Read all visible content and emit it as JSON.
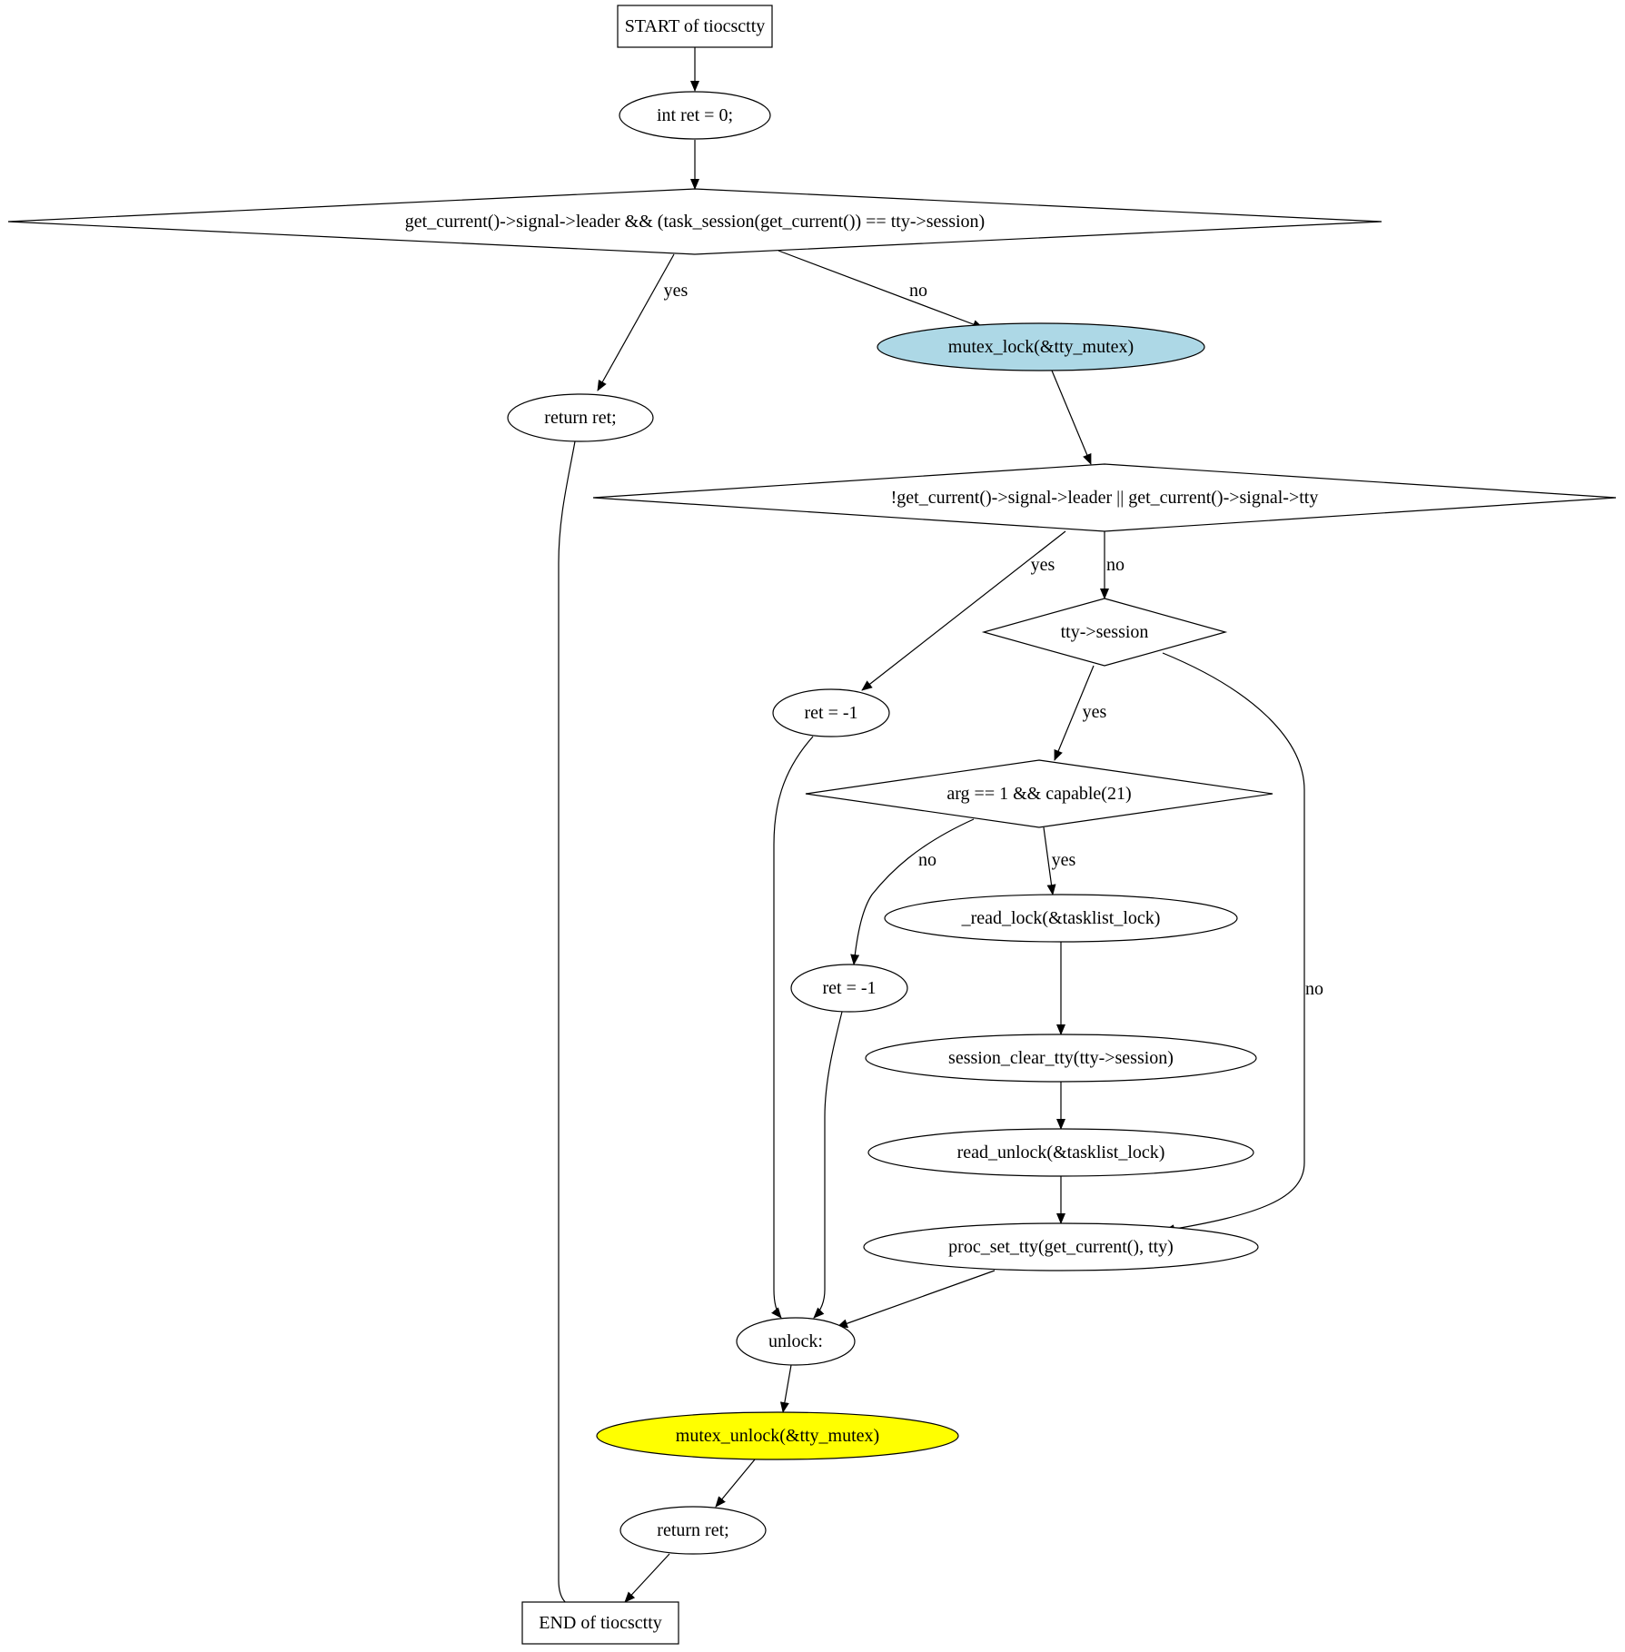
{
  "diagram": {
    "nodes": [
      {
        "id": "start",
        "shape": "box",
        "label": "START of tiocsctty",
        "fill": "#ffffff"
      },
      {
        "id": "init_ret",
        "shape": "ellipse",
        "label": "int ret = 0;",
        "fill": "#ffffff"
      },
      {
        "id": "cond1",
        "shape": "diamond",
        "label": "get_current()->signal->leader && (task_session(get_current()) == tty->session)",
        "fill": "#ffffff"
      },
      {
        "id": "return1",
        "shape": "ellipse",
        "label": "return ret;",
        "fill": "#ffffff"
      },
      {
        "id": "mutex_lock",
        "shape": "ellipse",
        "label": "mutex_lock(&tty_mutex)",
        "fill": "#add8e6"
      },
      {
        "id": "cond2",
        "shape": "diamond",
        "label": "!get_current()->signal->leader || get_current()->signal->tty",
        "fill": "#ffffff"
      },
      {
        "id": "tty_session",
        "shape": "diamond",
        "label": "tty->session",
        "fill": "#ffffff"
      },
      {
        "id": "ret_neg1_a",
        "shape": "ellipse",
        "label": "ret = -1",
        "fill": "#ffffff"
      },
      {
        "id": "cond3",
        "shape": "diamond",
        "label": "arg == 1 && capable(21)",
        "fill": "#ffffff"
      },
      {
        "id": "read_lock",
        "shape": "ellipse",
        "label": "_read_lock(&tasklist_lock)",
        "fill": "#ffffff"
      },
      {
        "id": "ret_neg1_b",
        "shape": "ellipse",
        "label": "ret = -1",
        "fill": "#ffffff"
      },
      {
        "id": "session_clear",
        "shape": "ellipse",
        "label": "session_clear_tty(tty->session)",
        "fill": "#ffffff"
      },
      {
        "id": "read_unlock",
        "shape": "ellipse",
        "label": "read_unlock(&tasklist_lock)",
        "fill": "#ffffff"
      },
      {
        "id": "proc_set",
        "shape": "ellipse",
        "label": "proc_set_tty(get_current(), tty)",
        "fill": "#ffffff"
      },
      {
        "id": "unlock_lbl",
        "shape": "ellipse",
        "label": "unlock:",
        "fill": "#ffffff"
      },
      {
        "id": "mutex_unlock",
        "shape": "ellipse",
        "label": "mutex_unlock(&tty_mutex)",
        "fill": "#ffff00"
      },
      {
        "id": "return2",
        "shape": "ellipse",
        "label": "return ret;",
        "fill": "#ffffff"
      },
      {
        "id": "end",
        "shape": "box",
        "label": "END of tiocsctty",
        "fill": "#ffffff"
      }
    ],
    "edges": [
      {
        "from": "start",
        "to": "init_ret",
        "label": ""
      },
      {
        "from": "init_ret",
        "to": "cond1",
        "label": ""
      },
      {
        "from": "cond1",
        "to": "return1",
        "label": "yes"
      },
      {
        "from": "cond1",
        "to": "mutex_lock",
        "label": "no"
      },
      {
        "from": "return1",
        "to": "end",
        "label": ""
      },
      {
        "from": "mutex_lock",
        "to": "cond2",
        "label": ""
      },
      {
        "from": "cond2",
        "to": "ret_neg1_a",
        "label": "yes"
      },
      {
        "from": "cond2",
        "to": "tty_session",
        "label": "no"
      },
      {
        "from": "tty_session",
        "to": "cond3",
        "label": "yes"
      },
      {
        "from": "tty_session",
        "to": "proc_set",
        "label": "no"
      },
      {
        "from": "ret_neg1_a",
        "to": "unlock_lbl",
        "label": ""
      },
      {
        "from": "cond3",
        "to": "ret_neg1_b",
        "label": "no"
      },
      {
        "from": "cond3",
        "to": "read_lock",
        "label": "yes"
      },
      {
        "from": "read_lock",
        "to": "session_clear",
        "label": ""
      },
      {
        "from": "ret_neg1_b",
        "to": "unlock_lbl",
        "label": ""
      },
      {
        "from": "session_clear",
        "to": "read_unlock",
        "label": ""
      },
      {
        "from": "read_unlock",
        "to": "proc_set",
        "label": ""
      },
      {
        "from": "proc_set",
        "to": "unlock_lbl",
        "label": ""
      },
      {
        "from": "unlock_lbl",
        "to": "mutex_unlock",
        "label": ""
      },
      {
        "from": "mutex_unlock",
        "to": "return2",
        "label": ""
      },
      {
        "from": "return2",
        "to": "end",
        "label": ""
      }
    ]
  }
}
